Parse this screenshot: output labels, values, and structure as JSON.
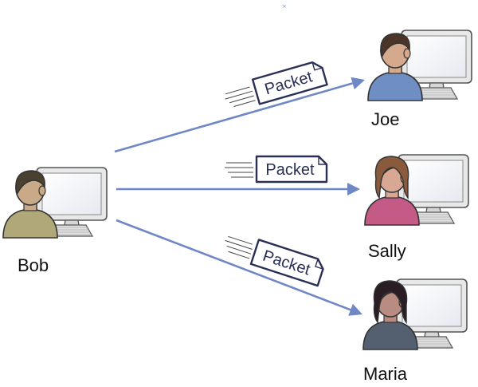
{
  "sender": {
    "name": "Bob",
    "shirt_color": "#b0a878",
    "hair_color": "#4a4030",
    "skin_color": "#c8a988"
  },
  "recipients": [
    {
      "name": "Joe",
      "shirt_color": "#6e8ec4",
      "hair_color": "#4a3528",
      "skin_color": "#d4a98c",
      "packet_label": "Packet"
    },
    {
      "name": "Sally",
      "shirt_color": "#c45a86",
      "hair_color": "#8a5a3c",
      "skin_color": "#d8a894",
      "packet_label": "Packet"
    },
    {
      "name": "Maria",
      "shirt_color": "#546070",
      "hair_color": "#2a1e24",
      "skin_color": "#b88c80",
      "packet_label": "Packet"
    }
  ],
  "colors": {
    "arrow": "#6f87c4",
    "packet_border": "#2a2f55",
    "monitor_frame": "#e8e8e8",
    "monitor_screen": "#f4f6fa"
  }
}
